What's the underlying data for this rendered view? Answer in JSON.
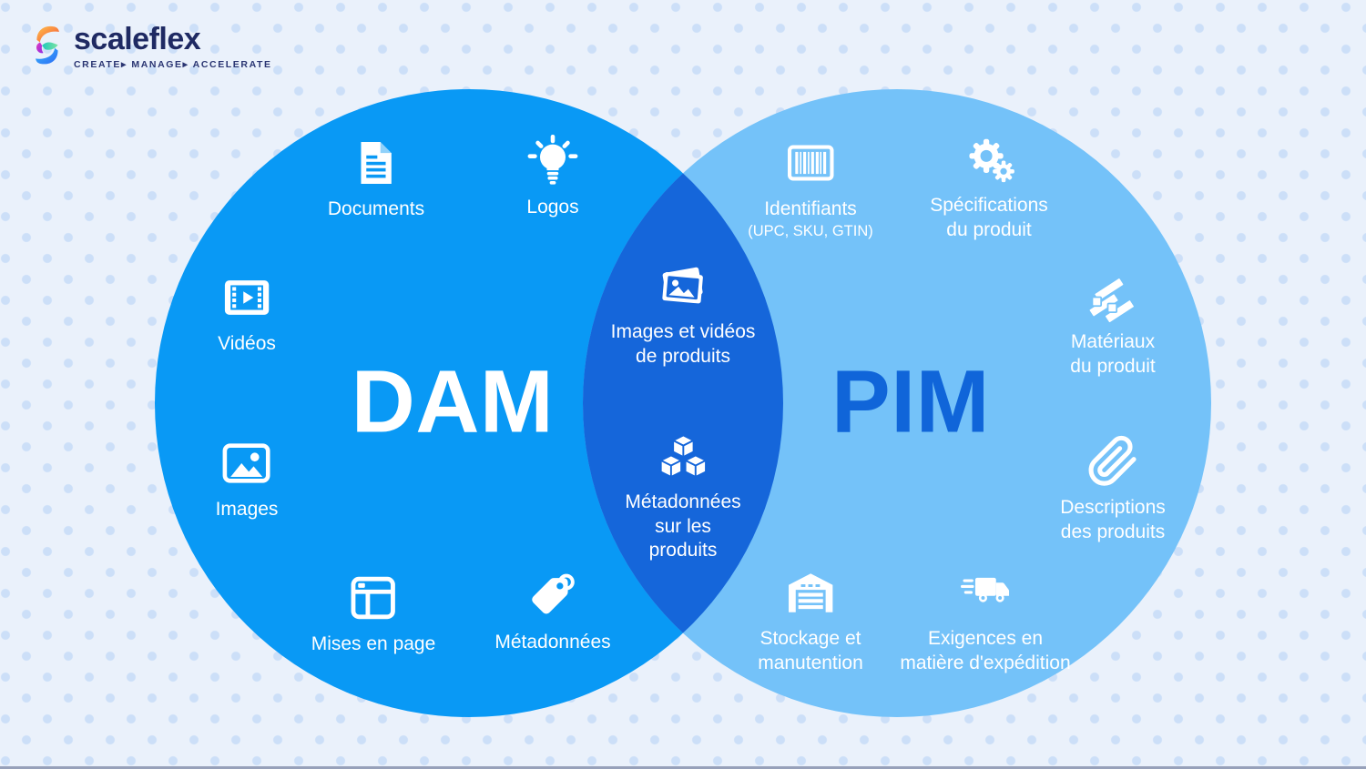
{
  "brand": {
    "name": "scaleflex",
    "tagline": "CREATE▸  MANAGE▸  ACCELERATE"
  },
  "diagram": {
    "type": "venn",
    "left_circle": {
      "title": "DAM",
      "items": [
        {
          "icon": "document-icon",
          "label": "Documents"
        },
        {
          "icon": "lightbulb-icon",
          "label": "Logos"
        },
        {
          "icon": "film-icon",
          "label": "Vidéos"
        },
        {
          "icon": "image-icon",
          "label": "Images"
        },
        {
          "icon": "layout-icon",
          "label": "Mises en page"
        },
        {
          "icon": "tag-icon",
          "label": "Métadonnées"
        }
      ]
    },
    "intersection": {
      "items": [
        {
          "icon": "product-photos-icon",
          "line1": "Images et vidéos",
          "line2": "de produits"
        },
        {
          "icon": "product-boxes-icon",
          "line1": "Métadonnées",
          "line2": "sur les",
          "line3": "produits"
        }
      ]
    },
    "right_circle": {
      "title": "PIM",
      "items": [
        {
          "icon": "barcode-icon",
          "label": "Identifiants",
          "sublabel": "(UPC, SKU, GTIN)"
        },
        {
          "icon": "gears-icon",
          "line1": "Spécifications",
          "line2": "du produit"
        },
        {
          "icon": "materials-icon",
          "line1": "Matériaux",
          "line2": "du produit"
        },
        {
          "icon": "paperclip-icon",
          "line1": "Descriptions",
          "line2": "des produits"
        },
        {
          "icon": "warehouse-icon",
          "line1": "Stockage et",
          "line2": "manutention"
        },
        {
          "icon": "truck-icon",
          "line1": "Exigences en",
          "line2": "matière d'expédition"
        }
      ]
    }
  },
  "colors": {
    "background": "#EAF1FB",
    "dots": "#CCDFF8",
    "dam_circle": "#0999F5",
    "pim_circle": "#74C2F9",
    "intersection": "#1566DA",
    "pim_title": "#1065D9",
    "logo_navy": "#1F2A63"
  }
}
